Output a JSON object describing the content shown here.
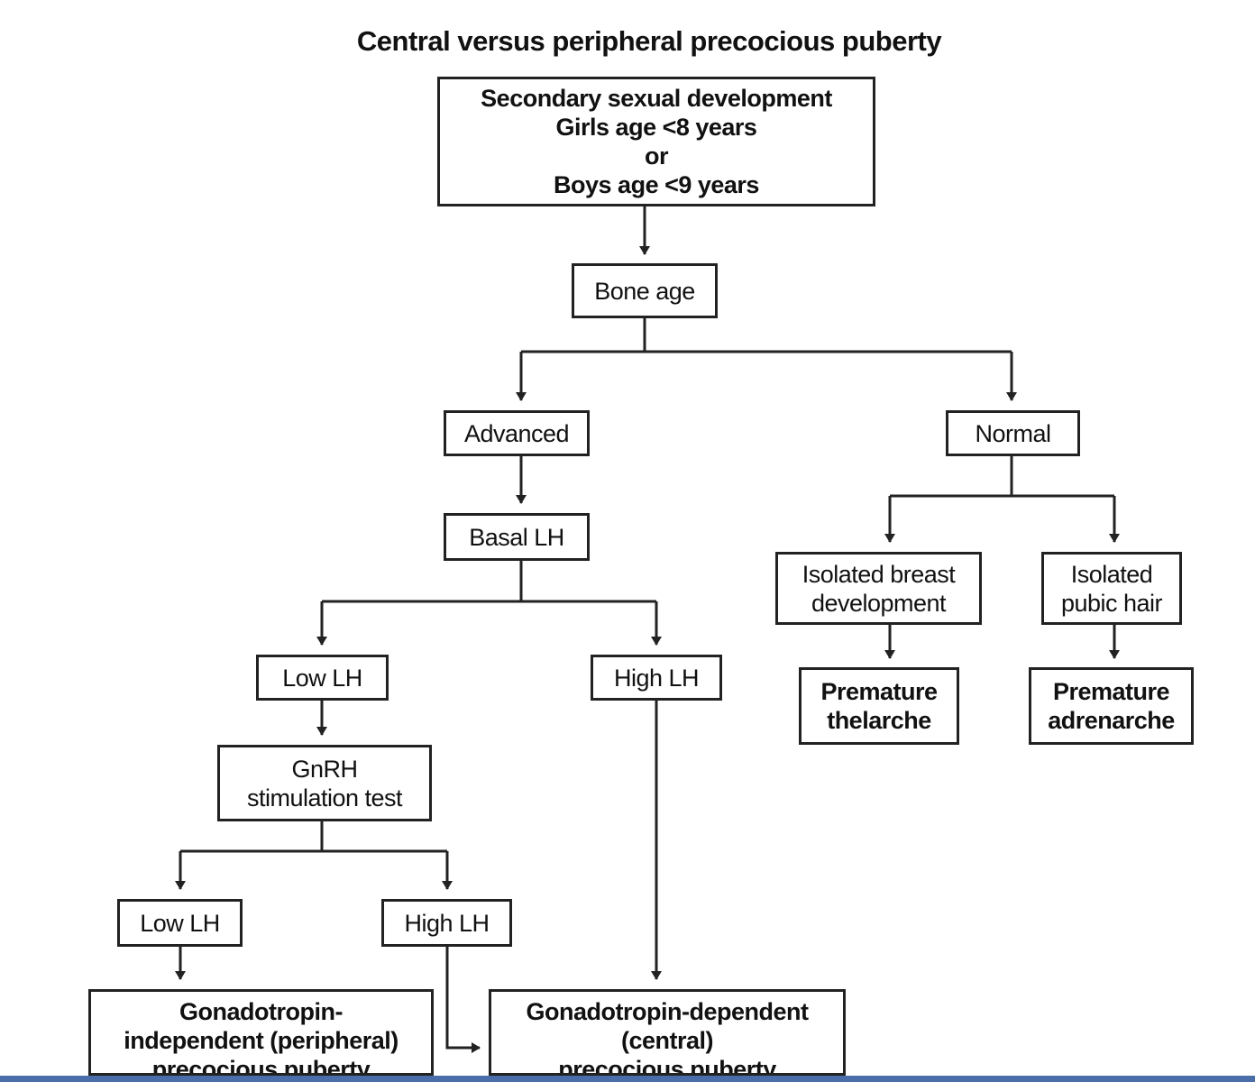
{
  "title": "Central versus peripheral precocious puberty",
  "nodes": {
    "root": "Secondary sexual development\nGirls age <8 years\nor\nBoys age <9 years",
    "bone_age": "Bone age",
    "advanced": "Advanced",
    "normal": "Normal",
    "basal_lh": "Basal LH",
    "low_lh_1": "Low LH",
    "high_lh_1": "High LH",
    "isolated_breast": "Isolated breast\ndevelopment",
    "isolated_pubic": "Isolated\npubic hair",
    "premature_thelarche": "Premature\nthelarche",
    "premature_adrenarche": "Premature\nadrenarche",
    "gnrh_test": "GnRH\nstimulation test",
    "low_lh_2": "Low LH",
    "high_lh_2": "High LH",
    "peripheral": "Gonadotropin-\nindependent (peripheral)\nprecocious puberty",
    "central": "Gonadotropin-dependent\n(central)\nprecocious puberty"
  },
  "colors": {
    "line": "#222222",
    "bottom_bar": "#4a6fa8"
  }
}
